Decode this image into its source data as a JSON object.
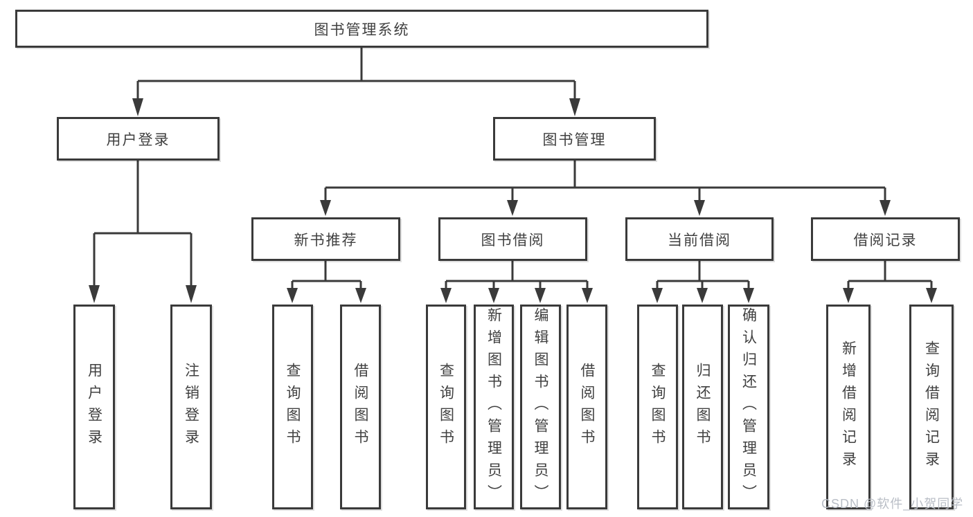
{
  "diagram": {
    "tree": {
      "label": "图书管理系统",
      "children": [
        {
          "label": "用户登录",
          "children": [
            {
              "label": "用户登录"
            },
            {
              "label": "注销登录"
            }
          ]
        },
        {
          "label": "图书管理",
          "children": [
            {
              "label": "新书推荐",
              "children": [
                {
                  "label": "查询图书"
                },
                {
                  "label": "借阅图书"
                }
              ]
            },
            {
              "label": "图书借阅",
              "children": [
                {
                  "label": "查询图书"
                },
                {
                  "label": "新增图书（管理员）"
                },
                {
                  "label": "编辑图书（管理员）"
                },
                {
                  "label": "借阅图书"
                }
              ]
            },
            {
              "label": "当前借阅",
              "children": [
                {
                  "label": "查询图书"
                },
                {
                  "label": "归还图书"
                },
                {
                  "label": "确认归还（管理员）"
                }
              ]
            },
            {
              "label": "借阅记录",
              "children": [
                {
                  "label": "新增借阅记录"
                },
                {
                  "label": "查询借阅记录"
                }
              ]
            }
          ]
        }
      ]
    },
    "colors": {
      "line": "#3a3a3a",
      "text": "#404040",
      "background": "#ffffff",
      "watermark_text": "#b9bec6"
    }
  },
  "watermark": {
    "text": "CSDN @软件_小贺同学"
  }
}
